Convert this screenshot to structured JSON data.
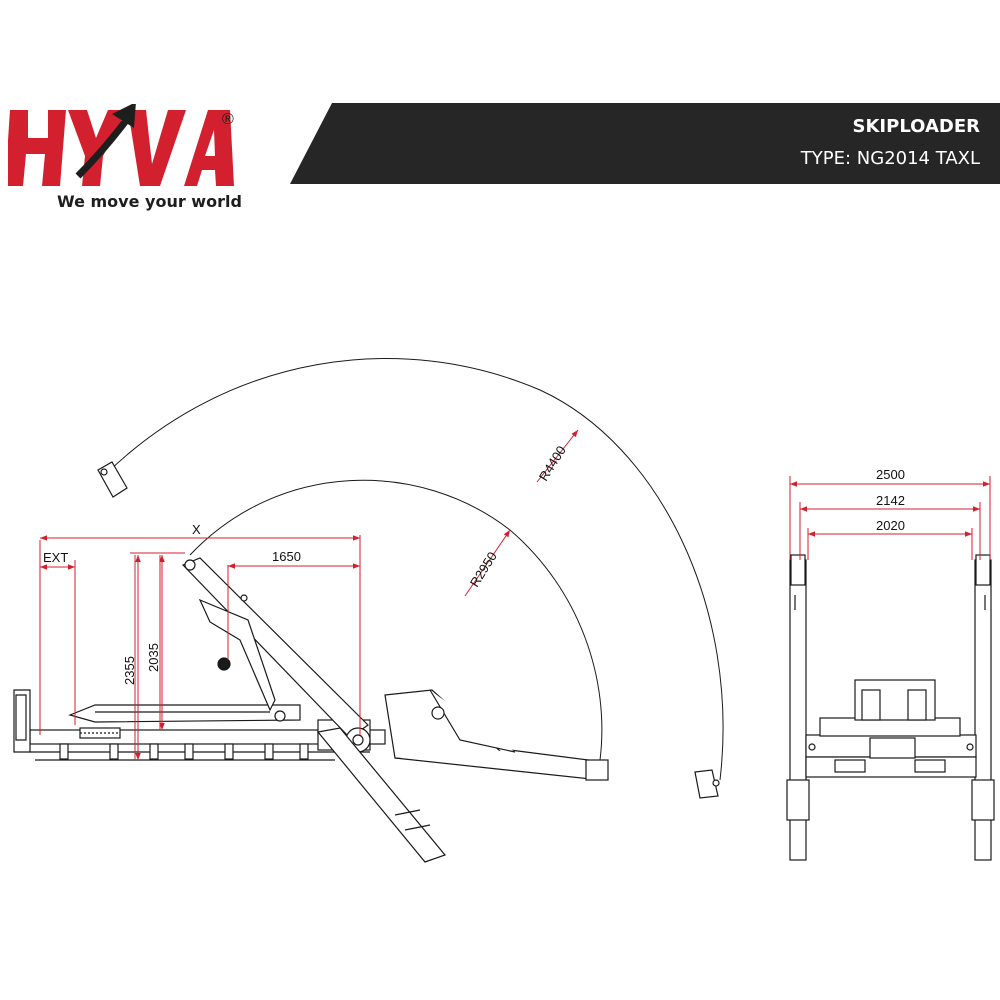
{
  "brand": {
    "name": "HYVA",
    "registered_mark": "®",
    "tagline": "We move your world",
    "red": "#d3202f",
    "dark": "#1e1e1e"
  },
  "header": {
    "title": "SKIPLOADER",
    "type_line": "TYPE: NG2014 TAXL",
    "banner_color": "#262626"
  },
  "dimensions": {
    "ext": "EXT",
    "x": "X",
    "d1650": "1650",
    "d2355": "2355",
    "d2035": "2035",
    "r2950": "R2950",
    "r4400": "R4400",
    "w2500": "2500",
    "w2142": "2142",
    "w2020": "2020",
    "dim_color": "#d3202f",
    "line_color": "#1a1a1a"
  }
}
